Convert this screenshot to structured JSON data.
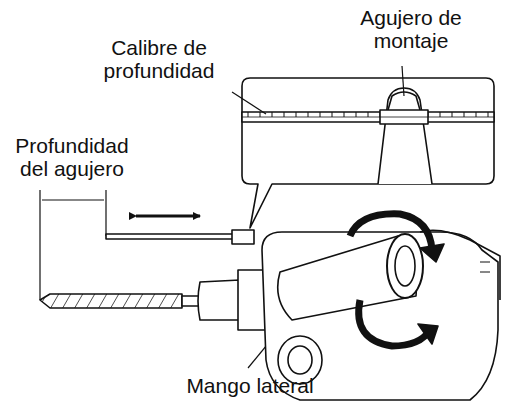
{
  "diagram": {
    "labels": [
      "Agujero de montaje",
      "Calibre de profundidad",
      "Profundidad del agujero",
      "Mango lateral"
    ]
  }
}
